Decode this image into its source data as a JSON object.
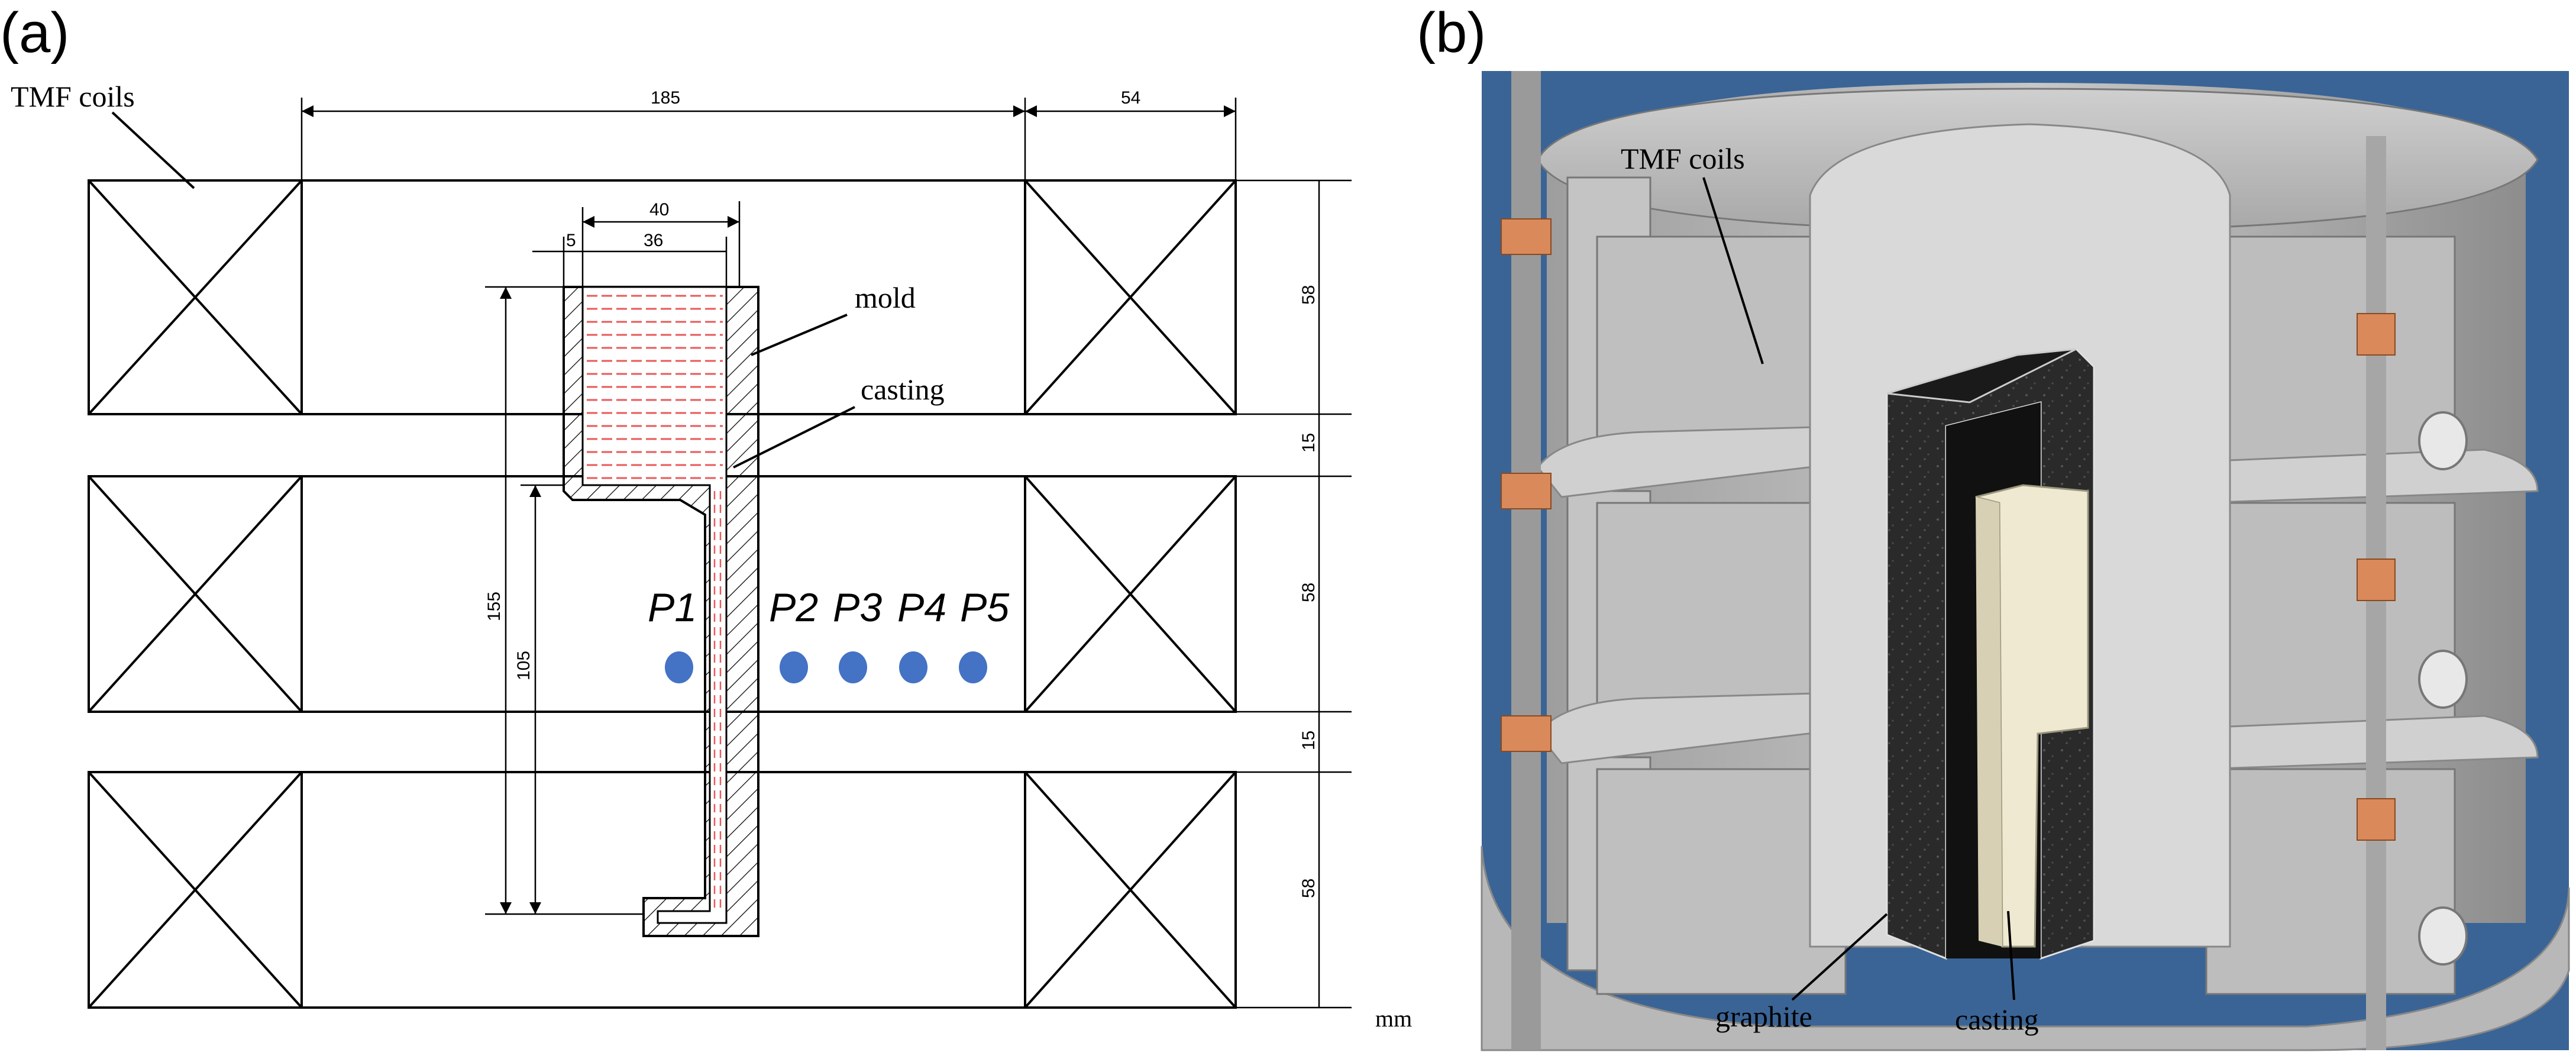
{
  "panels": {
    "a_label": "(a)",
    "b_label": "(b)"
  },
  "panel_a": {
    "tmf_coils_label": "TMF coils",
    "mold_label": "mold",
    "casting_label": "casting",
    "unit": "mm",
    "dimensions": {
      "coil_gap": "185",
      "coil_width": "54",
      "mold_outer": "40",
      "wall": "5",
      "cavity": "36",
      "coil_height_top": "58",
      "spacing_top": "15",
      "coil_height_mid": "58",
      "spacing_bottom": "15",
      "coil_height_bottom": "58",
      "total_height": "155",
      "stem_height": "105"
    },
    "points": [
      "P1",
      "P2",
      "P3",
      "P4",
      "P5"
    ],
    "point_color": "#4472C4"
  },
  "panel_b": {
    "tmf_coils_label": "TMF coils",
    "graphite_label": "graphite",
    "casting_label": "casting",
    "background_color": "#3A6496"
  }
}
